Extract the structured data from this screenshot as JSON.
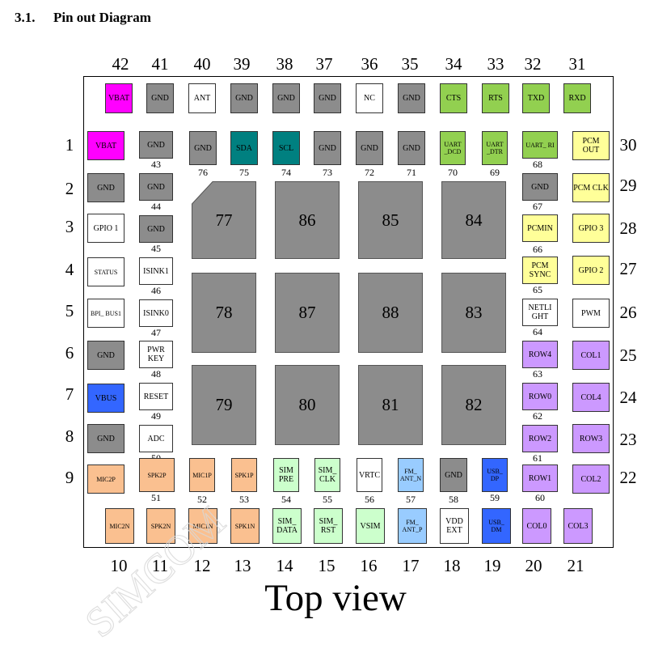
{
  "heading": {
    "number": "3.1.",
    "text": "Pin out Diagram"
  },
  "footer": {
    "caption": "Top view"
  },
  "watermark": {
    "text": "SIMCOM"
  },
  "colors": {
    "magenta": "#ff00ff",
    "gray": "#8c8c8c",
    "white": "#ffffff",
    "green": "#92d050",
    "teal": "#008080",
    "yellow": "#ffff99",
    "purple": "#cc99ff",
    "orange": "#fac090",
    "mint": "#ccffcc",
    "lightblue": "#99ccff",
    "blue": "#3366ff"
  },
  "top_numbers": [
    "42",
    "41",
    "40",
    "39",
    "38",
    "37",
    "36",
    "35",
    "34",
    "33",
    "32",
    "31"
  ],
  "bottom_numbers": [
    "10",
    "11",
    "12",
    "13",
    "14",
    "15",
    "16",
    "17",
    "18",
    "19",
    "20",
    "21"
  ],
  "left_numbers": [
    "1",
    "2",
    "3",
    "4",
    "5",
    "6",
    "7",
    "8",
    "9"
  ],
  "right_numbers": [
    "30",
    "29",
    "28",
    "27",
    "26",
    "25",
    "24",
    "23",
    "22"
  ],
  "pins": {
    "p42": "VBAT",
    "p41": "GND",
    "p40": "ANT",
    "p39": "GND",
    "p38": "GND",
    "p37": "GND",
    "p36": "NC",
    "p35": "GND",
    "p34": "CTS",
    "p33": "RTS",
    "p32": "TXD",
    "p31": "RXD",
    "p1": "VBAT",
    "p2": "GND",
    "p3": "GPIO 1",
    "p4": "STATUS",
    "p5": "BPI_ BUS1",
    "p6": "GND",
    "p7": "VBUS",
    "p8": "GND",
    "p9": "MIC2P",
    "p30": "PCM OUT",
    "p29": "PCM CLK",
    "p28": "GPIO 3",
    "p27": "GPIO 2",
    "p26": "PWM",
    "p25": "COL1",
    "p24": "COL4",
    "p23": "ROW3",
    "p22": "COL2",
    "p10": "MIC2N",
    "p11": "SPK2N",
    "p12": "MIC1N",
    "p13": "SPK1N",
    "p14": "SIM_ DATA",
    "p15": "SIM_ RST",
    "p16": "VSIM",
    "p17": "FM_ ANT_P",
    "p18": "VDD EXT",
    "p19": "USB_ DM",
    "p20": "COL0",
    "p21": "COL3",
    "p43": "GND",
    "p44": "GND",
    "p45": "GND",
    "p46": "ISINK1",
    "p47": "ISINK0",
    "p48": "PWR KEY",
    "p49": "RESET",
    "p50": "ADC",
    "p51": "SPK2P",
    "p52": "MIC1P",
    "p53": "SPK1P",
    "p54": "SIM PRE",
    "p55": "SIM_ CLK",
    "p56": "VRTC",
    "p57": "FM_ ANT_N",
    "p58": "GND",
    "p59": "USB_ DP",
    "p60": "ROW1",
    "p61": "ROW2",
    "p62": "ROW0",
    "p63": "ROW4",
    "p64": "NETLI GHT",
    "p65": "PCM SYNC",
    "p66": "PCMIN",
    "p67": "GND",
    "p68": "UART_ RI",
    "p69": "UART _DTR",
    "p70": "UART _DCD",
    "p71": "GND",
    "p72": "GND",
    "p73": "GND",
    "p74": "SCL",
    "p75": "SDA",
    "p76": "GND"
  },
  "inner_numbers": {
    "n43": "43",
    "n44": "44",
    "n45": "45",
    "n46": "46",
    "n47": "47",
    "n48": "48",
    "n49": "49",
    "n50": "50",
    "n51": "51",
    "n52": "52",
    "n53": "53",
    "n54": "54",
    "n55": "55",
    "n56": "56",
    "n57": "57",
    "n58": "58",
    "n59": "59",
    "n60": "60",
    "n61": "61",
    "n62": "62",
    "n63": "63",
    "n64": "64",
    "n65": "65",
    "n66": "66",
    "n67": "67",
    "n68": "68",
    "n69": "69",
    "n70": "70",
    "n71": "71",
    "n72": "72",
    "n73": "73",
    "n74": "74",
    "n75": "75",
    "n76": "76"
  },
  "center_pads": {
    "c77": "77",
    "c86": "86",
    "c85": "85",
    "c84": "84",
    "c78": "78",
    "c87": "87",
    "c88": "88",
    "c83": "83",
    "c79": "79",
    "c80": "80",
    "c81": "81",
    "c82": "82"
  }
}
